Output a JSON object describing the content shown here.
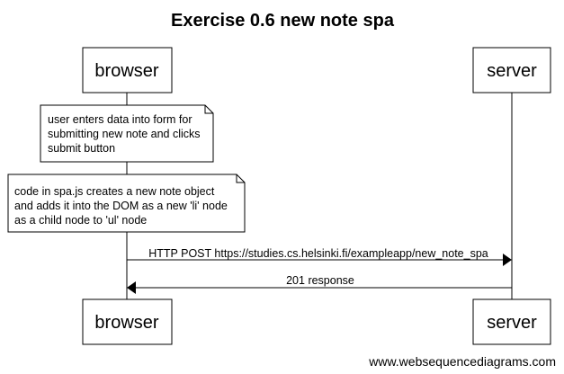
{
  "title": "Exercise 0.6 new note spa",
  "actors": {
    "browser": "browser",
    "server": "server"
  },
  "notes": [
    {
      "lines": [
        "user enters data into form for",
        "submitting new note and clicks",
        "submit button"
      ]
    },
    {
      "lines": [
        "code in spa.js creates a new note object",
        "and adds it into the DOM as a new 'li' node",
        "as a child node to 'ul' node"
      ]
    }
  ],
  "messages": [
    {
      "label": "HTTP POST https://studies.cs.helsinki.fi/exampleapp/new_note_spa",
      "from": "browser",
      "to": "server"
    },
    {
      "label": "201 response",
      "from": "server",
      "to": "browser"
    }
  ],
  "footer": "www.websequencediagrams.com"
}
